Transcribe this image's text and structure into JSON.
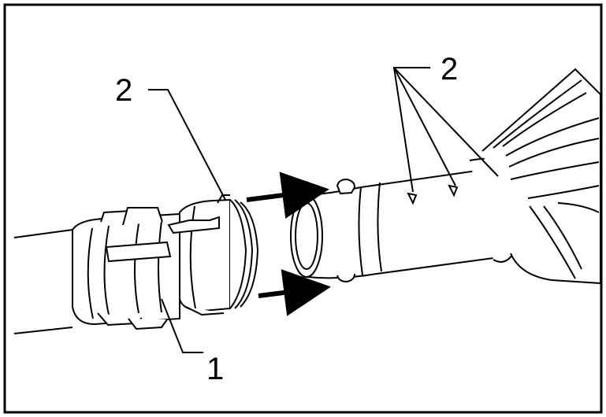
{
  "callouts": {
    "part_1": "1",
    "part_2_left": "2",
    "part_2_right": "2"
  },
  "colors": {
    "line": "#000000",
    "background": "#ffffff"
  }
}
